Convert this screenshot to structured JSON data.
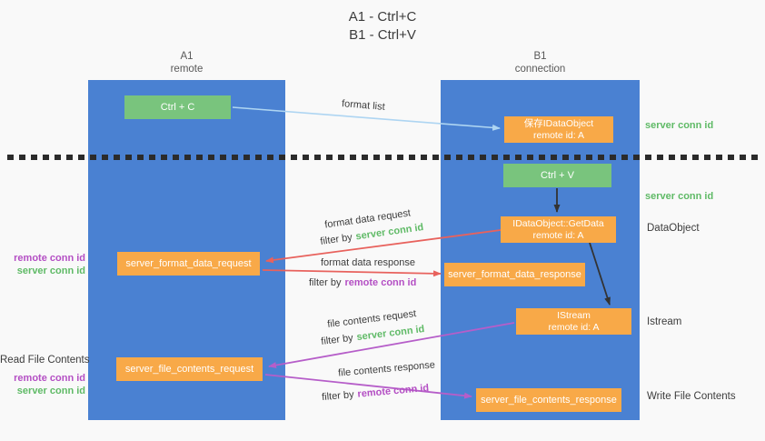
{
  "title": {
    "line1": "A1 - Ctrl+C",
    "line2": "B1 - Ctrl+V"
  },
  "lifelines": {
    "left": {
      "id": "A1",
      "subtitle": "remote"
    },
    "right": {
      "id": "B1",
      "subtitle": "connection"
    }
  },
  "nodes": {
    "ctrl_c": {
      "label": "Ctrl + C"
    },
    "save_dataobject": {
      "line1": "保存IDataObject",
      "line2": "remote id: A"
    },
    "ctrl_v": {
      "label": "Ctrl + V"
    },
    "getdata": {
      "line1": "IDataObject::GetData",
      "line2": "remote id: A"
    },
    "format_request": {
      "label": "server_format_data_request"
    },
    "format_response": {
      "label": "server_format_data_response"
    },
    "istream": {
      "line1": "IStream",
      "line2": "remote id: A"
    },
    "file_request": {
      "label": "server_file_contents_request"
    },
    "file_response": {
      "label": "server_file_contents_response"
    }
  },
  "right_labels": {
    "server_conn_top": "server conn id",
    "server_conn_mid": "server conn id",
    "dataobject": "DataObject",
    "istream": "Istream",
    "write_file": "Write File Contents"
  },
  "left_labels": {
    "remote_conn_1": "remote conn id",
    "server_conn_1": "server conn id",
    "read_file": "Read File Contents",
    "remote_conn_2": "remote conn id",
    "server_conn_2": "server conn id"
  },
  "arrows": {
    "format_list": "format list",
    "format_data_request": "format data request",
    "filter_by_1": "filter by",
    "filter_val_1": "server conn id",
    "format_data_response": "format data response",
    "filter_by_2": "filter by",
    "filter_val_2": "remote conn id",
    "file_contents_request": "file contents request",
    "filter_by_3": "filter by",
    "filter_val_3": "server conn id",
    "file_contents_response": "file contents response",
    "filter_by_4": "filter by",
    "filter_val_4": "remote conn id"
  },
  "colors": {
    "lifeline_blue": "#4a81d2",
    "node_green": "#79c47d",
    "node_orange": "#f8a948",
    "arrow_red": "#e8625d",
    "arrow_purple": "#b65ec9",
    "arrow_lightblue": "#aed5f2",
    "arrow_black": "#333333",
    "text_green": "#5fba66",
    "text_purple": "#b44fc4",
    "text_dark": "#3c3c3c",
    "background": "#f9f9f9"
  }
}
